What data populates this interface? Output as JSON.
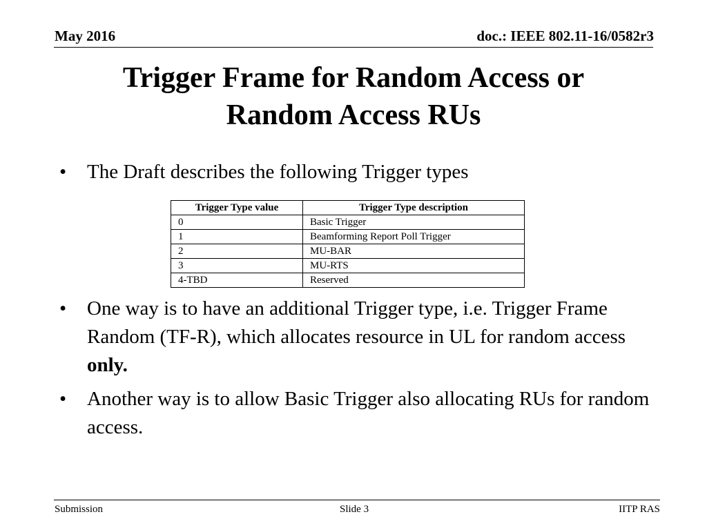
{
  "header": {
    "date": "May 2016",
    "doc_id": "doc.: IEEE 802.11-16/0582r3"
  },
  "slide": {
    "title_line1": "Trigger Frame for Random Access or",
    "title_line2": "Random Access RUs",
    "bullet_symbol": "•",
    "bullets": {
      "intro": "The Draft describes the following Trigger types",
      "option1_text": "One way is to have an additional Trigger type, i.e. Trigger Frame Random (TF-R), which allocates resource in UL for random access ",
      "option1_emphasis": "only.",
      "option2": "Another way is to allow Basic Trigger also allocating RUs for random access."
    },
    "table": {
      "headers": [
        "Trigger Type value",
        "Trigger Type description"
      ],
      "rows": [
        [
          "0",
          "Basic Trigger"
        ],
        [
          "1",
          "Beamforming Report Poll Trigger"
        ],
        [
          "2",
          "MU-BAR"
        ],
        [
          "3",
          "MU-RTS"
        ],
        [
          "4-TBD",
          "Reserved"
        ]
      ]
    }
  },
  "footer": {
    "left": "Submission",
    "center": "Slide 3",
    "right": "IITP RAS"
  }
}
